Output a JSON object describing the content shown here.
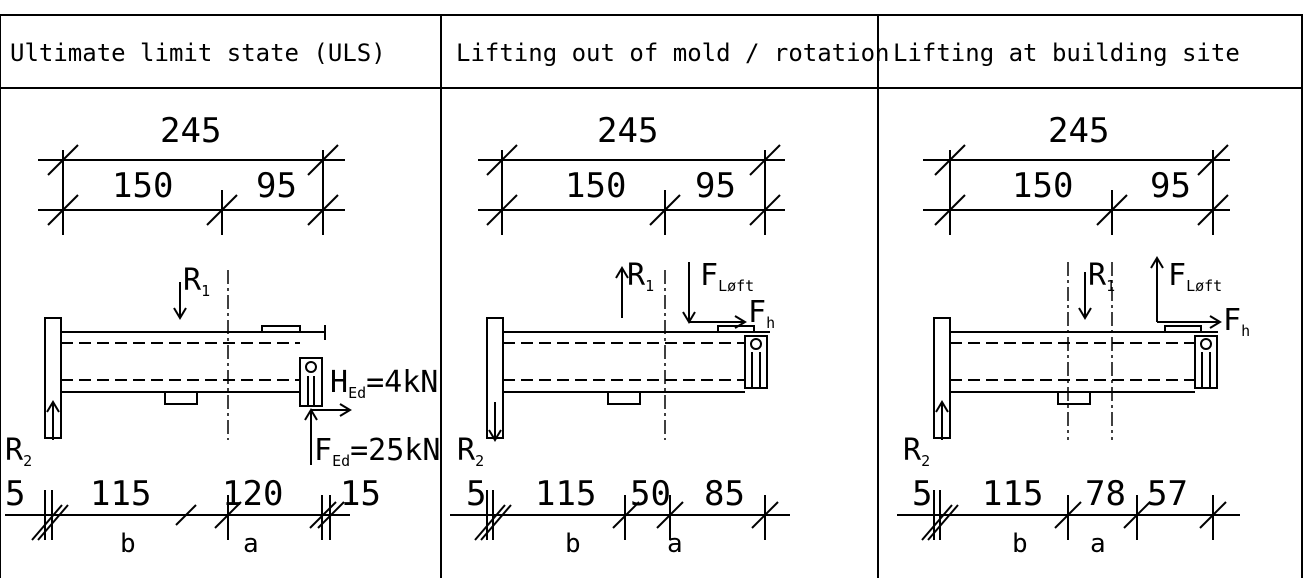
{
  "panels": [
    {
      "title": "Ultimate limit state (ULS)",
      "top_total": "245",
      "top_left": "150",
      "top_right": "95",
      "r1_main": "R",
      "r1_sub": "1",
      "r2_main": "R",
      "r2_sub": "2",
      "h_main": "H",
      "h_sub": "Ed",
      "h_val": "=4kN",
      "f_main": "F",
      "f_sub": "Ed",
      "f_val": "=25kN",
      "bottom": [
        "5",
        "115",
        "120",
        "15"
      ],
      "letter_b": "b",
      "letter_a": "a"
    },
    {
      "title": "Lifting out of mold / rotation",
      "top_total": "245",
      "top_left": "150",
      "top_right": "95",
      "r1_main": "R",
      "r1_sub": "1",
      "r2_main": "R",
      "r2_sub": "2",
      "fl_main": "F",
      "fl_sub": "Løft",
      "fh_main": "F",
      "fh_sub": "h",
      "bottom": [
        "5",
        "115",
        "50",
        "85"
      ],
      "letter_b": "b",
      "letter_a": "a"
    },
    {
      "title": "Lifting at building site",
      "top_total": "245",
      "top_left": "150",
      "top_right": "95",
      "r1_main": "R",
      "r1_sub": "1",
      "r2_main": "R",
      "r2_sub": "2",
      "fl_main": "F",
      "fl_sub": "Løft",
      "fh_main": "F",
      "fh_sub": "h",
      "bottom": [
        "5",
        "115",
        "78",
        "57"
      ],
      "letter_b": "b",
      "letter_a": "a"
    }
  ]
}
